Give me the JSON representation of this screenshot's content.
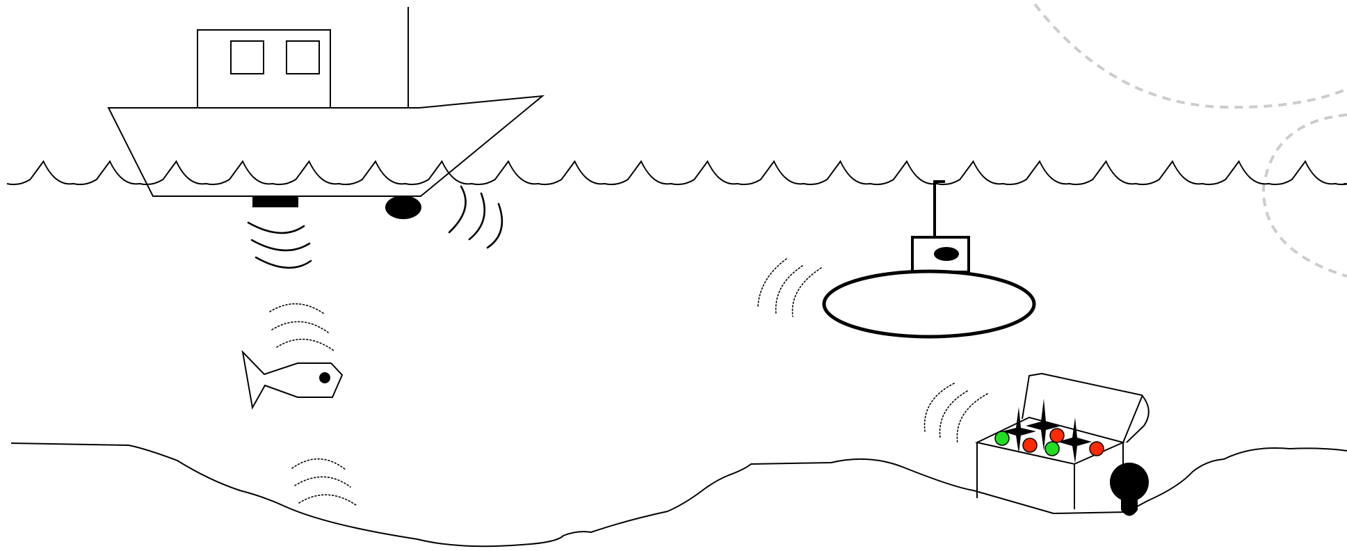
{
  "scene": {
    "title": "",
    "objects": [
      "ship",
      "hull-transducer",
      "sonar-pod",
      "water-surface",
      "fish",
      "submarine",
      "treasure-chest",
      "seabed",
      "seabed-pod"
    ]
  },
  "colors": {
    "line": "#000000",
    "background": "#ffffff",
    "gem_red": "#ff2a00",
    "gem_green": "#22dd22",
    "halo": "#cccccc"
  }
}
